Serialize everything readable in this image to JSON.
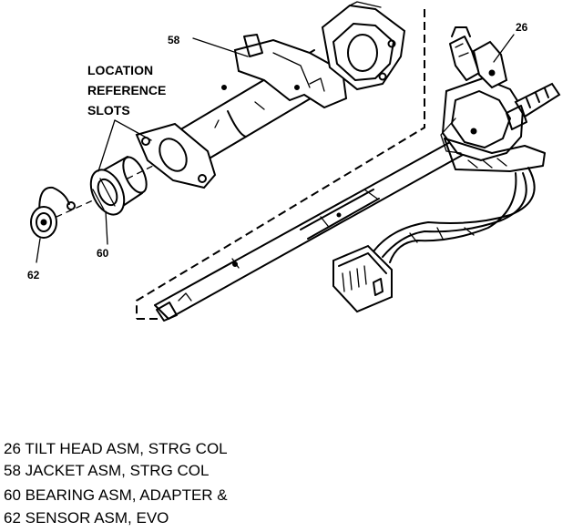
{
  "callouts": {
    "tilt_head": "26",
    "jacket": "58",
    "bearing": "60",
    "sensor": "62"
  },
  "annotation": {
    "line1": "LOCATION",
    "line2": "REFERENCE",
    "line3": "SLOTS"
  },
  "legend": [
    "26 TILT HEAD ASM, STRG COL",
    "58 JACKET ASM, STRG COL",
    "60 BEARING ASM, ADAPTER &",
    "62 SENSOR ASM, EVO"
  ]
}
